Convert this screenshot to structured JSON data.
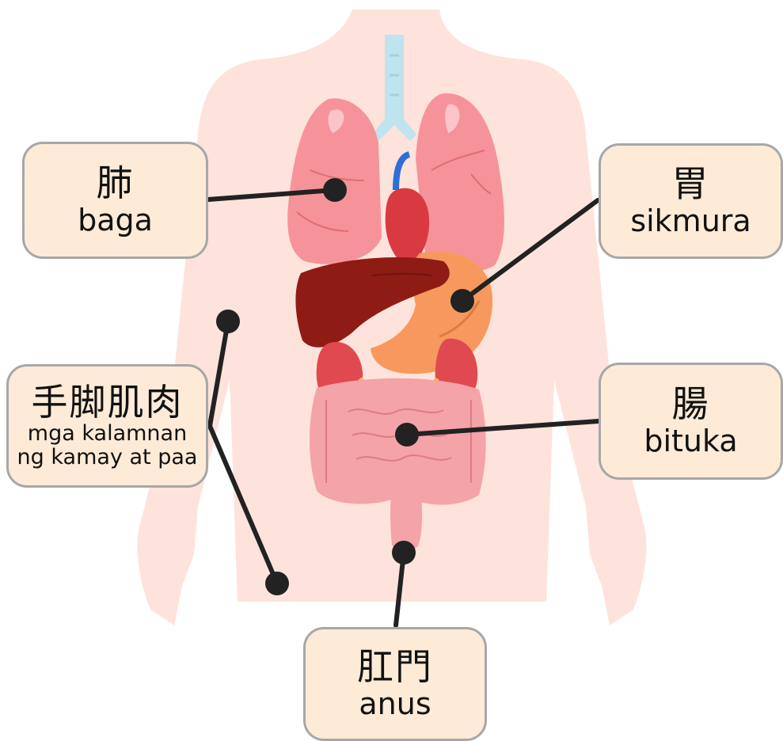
{
  "labels": {
    "lungs": {
      "native": "肺",
      "translation": "baga"
    },
    "stomach": {
      "native": "胃",
      "translation": "sikmura"
    },
    "muscles": {
      "native": "手脚肌肉",
      "translation_line1": "mga kalamnan",
      "translation_line2": "ng kamay at paa"
    },
    "intestine": {
      "native": "腸",
      "translation": "bituka"
    },
    "anus": {
      "native": "肛門",
      "translation": "anus"
    }
  },
  "colors": {
    "body_skin": "#fde3db",
    "lung": "#f6939a",
    "heart": "#d93a41",
    "liver": "#8e1c15",
    "stomach": "#f7995e",
    "kidney": "#e0494f",
    "intestine": "#f4a3a8",
    "trachea": "#bfe3ef",
    "label_fill": "#fdebd8",
    "label_border": "#a7a7a7",
    "leader_line": "#222222"
  }
}
